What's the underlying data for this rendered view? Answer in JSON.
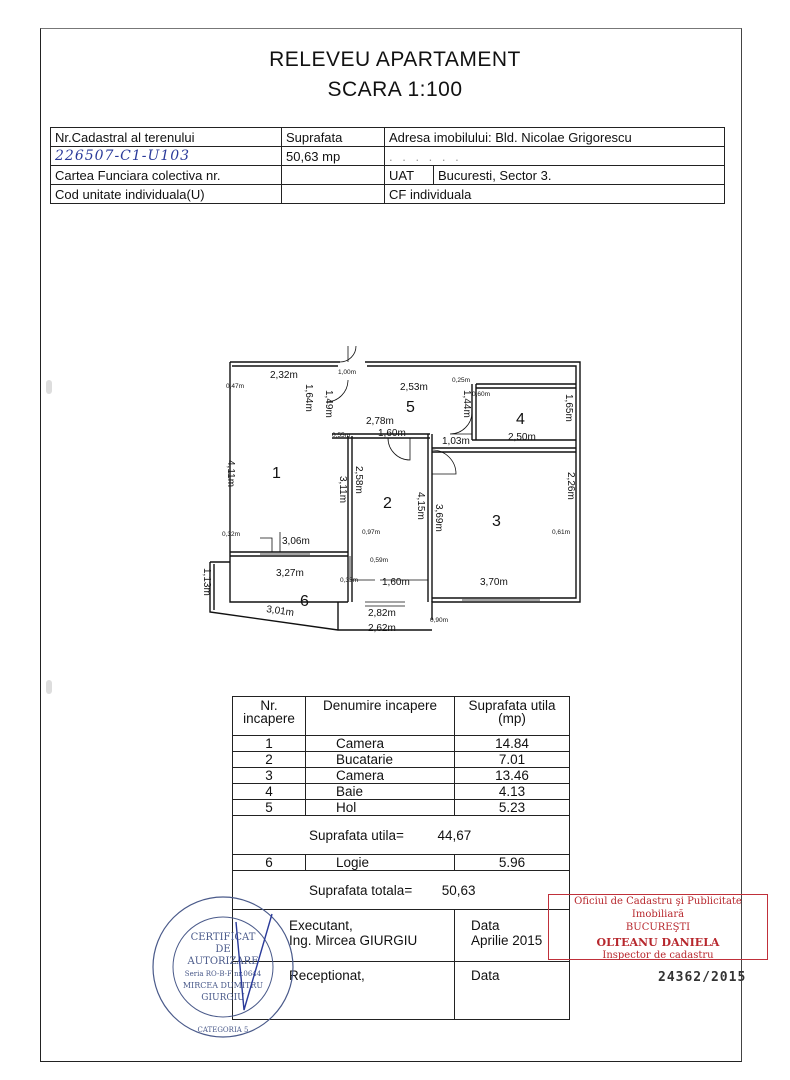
{
  "header": {
    "title": "RELEVEU APARTAMENT",
    "scale": "SCARA 1:100"
  },
  "info": {
    "cadastral_label": "Nr.Cadastral al terenului",
    "cadastral_value": "226507-C1-U103",
    "area_label": "Suprafata",
    "area_value": "50,63 mp",
    "address_label": "Adresa imobilului: Bld. Nicolae Grigorescu",
    "cf_label": "Cartea Funciara colectiva nr.",
    "uat_label": "UAT",
    "uat_value": "Bucuresti, Sector 3.",
    "cod_label": "Cod unitate individuala(U)",
    "cf_individual_label": "CF individuala"
  },
  "plan": {
    "room_numbers": [
      "1",
      "2",
      "3",
      "4",
      "5",
      "6"
    ],
    "dimensions": {
      "d232": "2,32m",
      "d253": "2,53m",
      "d278": "2,78m",
      "d160a": "1,60m",
      "d103": "1,03m",
      "d250": "2,50m",
      "d306": "3,06m",
      "d327": "3,27m",
      "d160b": "1,60m",
      "d370": "3,70m",
      "d301": "3,01m",
      "d282": "2,82m",
      "d262": "2,62m",
      "d411": "4,11m",
      "d311": "3,11m",
      "d258": "2,58m",
      "d415": "4,15m",
      "d369": "3,69m",
      "d226": "2,26m",
      "d165": "1,65m",
      "d164": "1,64m",
      "d149": "1,49m",
      "d144": "1,44m",
      "d113": "1,13m",
      "d100": "1,00m",
      "s047": "0,47m",
      "s032": "0,32m",
      "s055": "0,55m",
      "s097": "0,97m",
      "s059": "0,59m",
      "s033": "0,33m",
      "s061": "0,61m",
      "s090": "0,90m",
      "s025": "0,25m",
      "s060": "0,60m"
    }
  },
  "rooms_table": {
    "col_nr": "Nr. incapere",
    "col_name": "Denumire incapere",
    "col_area": "Suprafata utila (mp)",
    "rows": [
      {
        "nr": "1",
        "name": "Camera",
        "area": "14.84"
      },
      {
        "nr": "2",
        "name": "Bucatarie",
        "area": "7.01"
      },
      {
        "nr": "3",
        "name": "Camera",
        "area": "13.46"
      },
      {
        "nr": "4",
        "name": "Baie",
        "area": "4.13"
      },
      {
        "nr": "5",
        "name": "Hol",
        "area": "5.23"
      }
    ],
    "useful_label": "Suprafata utila=",
    "useful_value": "44,67",
    "logia": {
      "nr": "6",
      "name": "Logie",
      "area": "5.96"
    },
    "total_label": "Suprafata totala=",
    "total_value": "50,63",
    "executant_label": "Executant,",
    "executant_name": "Ing. Mircea  GIURGIU",
    "date_label": "Data",
    "date_value": "Aprilie 2015",
    "receptionat_label": "Receptionat,",
    "date_label2": "Data"
  },
  "stamps": {
    "left_lines": [
      "CERTIFICAT",
      "DE",
      "AUTORIZARE",
      "Seria RO-B-F nr.0644",
      "MIRCEA DUMITRU",
      "GIURGIU",
      "CATEGORIA 5"
    ],
    "right_line1": "Oficiul de Cadastru şi Publicitate Imobiliară",
    "right_line2": "BUCUREŞTI",
    "right_name": "OLTEANU DANIELA",
    "right_role": "Inspector de cadastru",
    "registration_no": "24362/2015"
  },
  "colors": {
    "ink": "#111111",
    "handwriting": "#2a3a9a",
    "stamp_red": "#b7282e",
    "stamp_blue": "#4a5a8a"
  }
}
